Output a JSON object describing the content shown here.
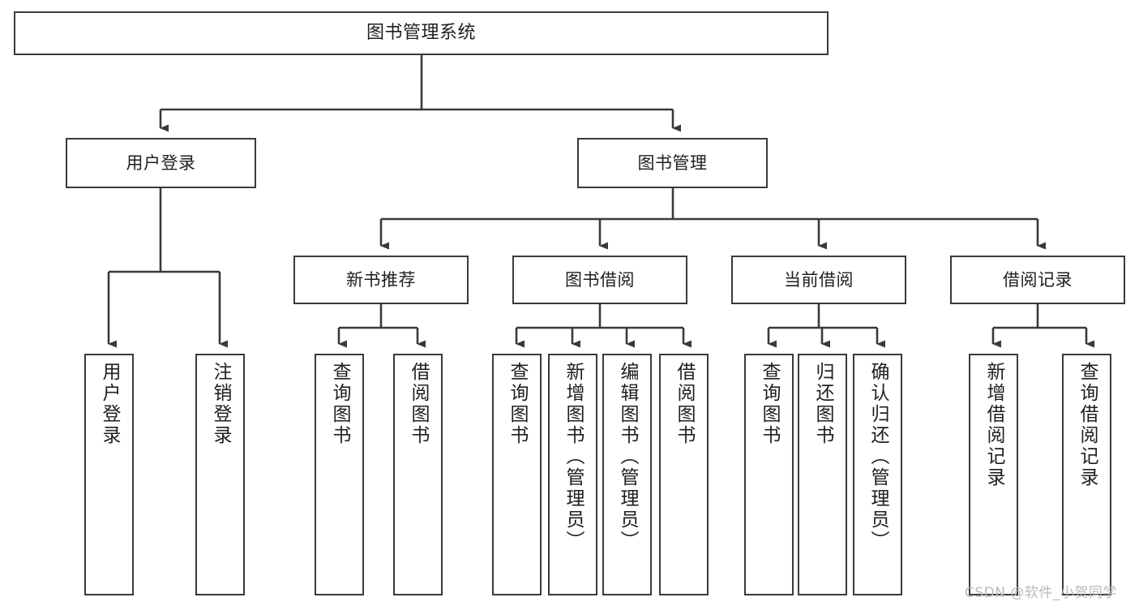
{
  "diagram": {
    "title": "图书管理系统",
    "levels": {
      "root": {
        "label": "图书管理系统"
      },
      "level2": [
        {
          "label": "用户登录"
        },
        {
          "label": "图书管理"
        }
      ],
      "level3": [
        {
          "label": "新书推荐"
        },
        {
          "label": "图书借阅"
        },
        {
          "label": "当前借阅"
        },
        {
          "label": "借阅记录"
        }
      ],
      "leaves": {
        "user_login": [
          {
            "label": "用户登录"
          },
          {
            "label": "注销登录"
          }
        ],
        "new_book_recommend": [
          {
            "label": "查询图书"
          },
          {
            "label": "借阅图书"
          }
        ],
        "book_borrow": [
          {
            "label": "查询图书"
          },
          {
            "label": "新增图书（管理员）"
          },
          {
            "label": "编辑图书（管理员）"
          },
          {
            "label": "借阅图书"
          }
        ],
        "current_borrow": [
          {
            "label": "查询图书"
          },
          {
            "label": "归还图书"
          },
          {
            "label": "确认归还（管理员）"
          }
        ],
        "borrow_records": [
          {
            "label": "新增借阅记录"
          },
          {
            "label": "查询借阅记录"
          }
        ]
      }
    },
    "colors": {
      "stroke": "#3a3a3a",
      "background": "#ffffff",
      "text": "#1f1f1f",
      "watermark": "#b9b9b9"
    },
    "watermark": "CSDN @软件_小贺同学"
  }
}
